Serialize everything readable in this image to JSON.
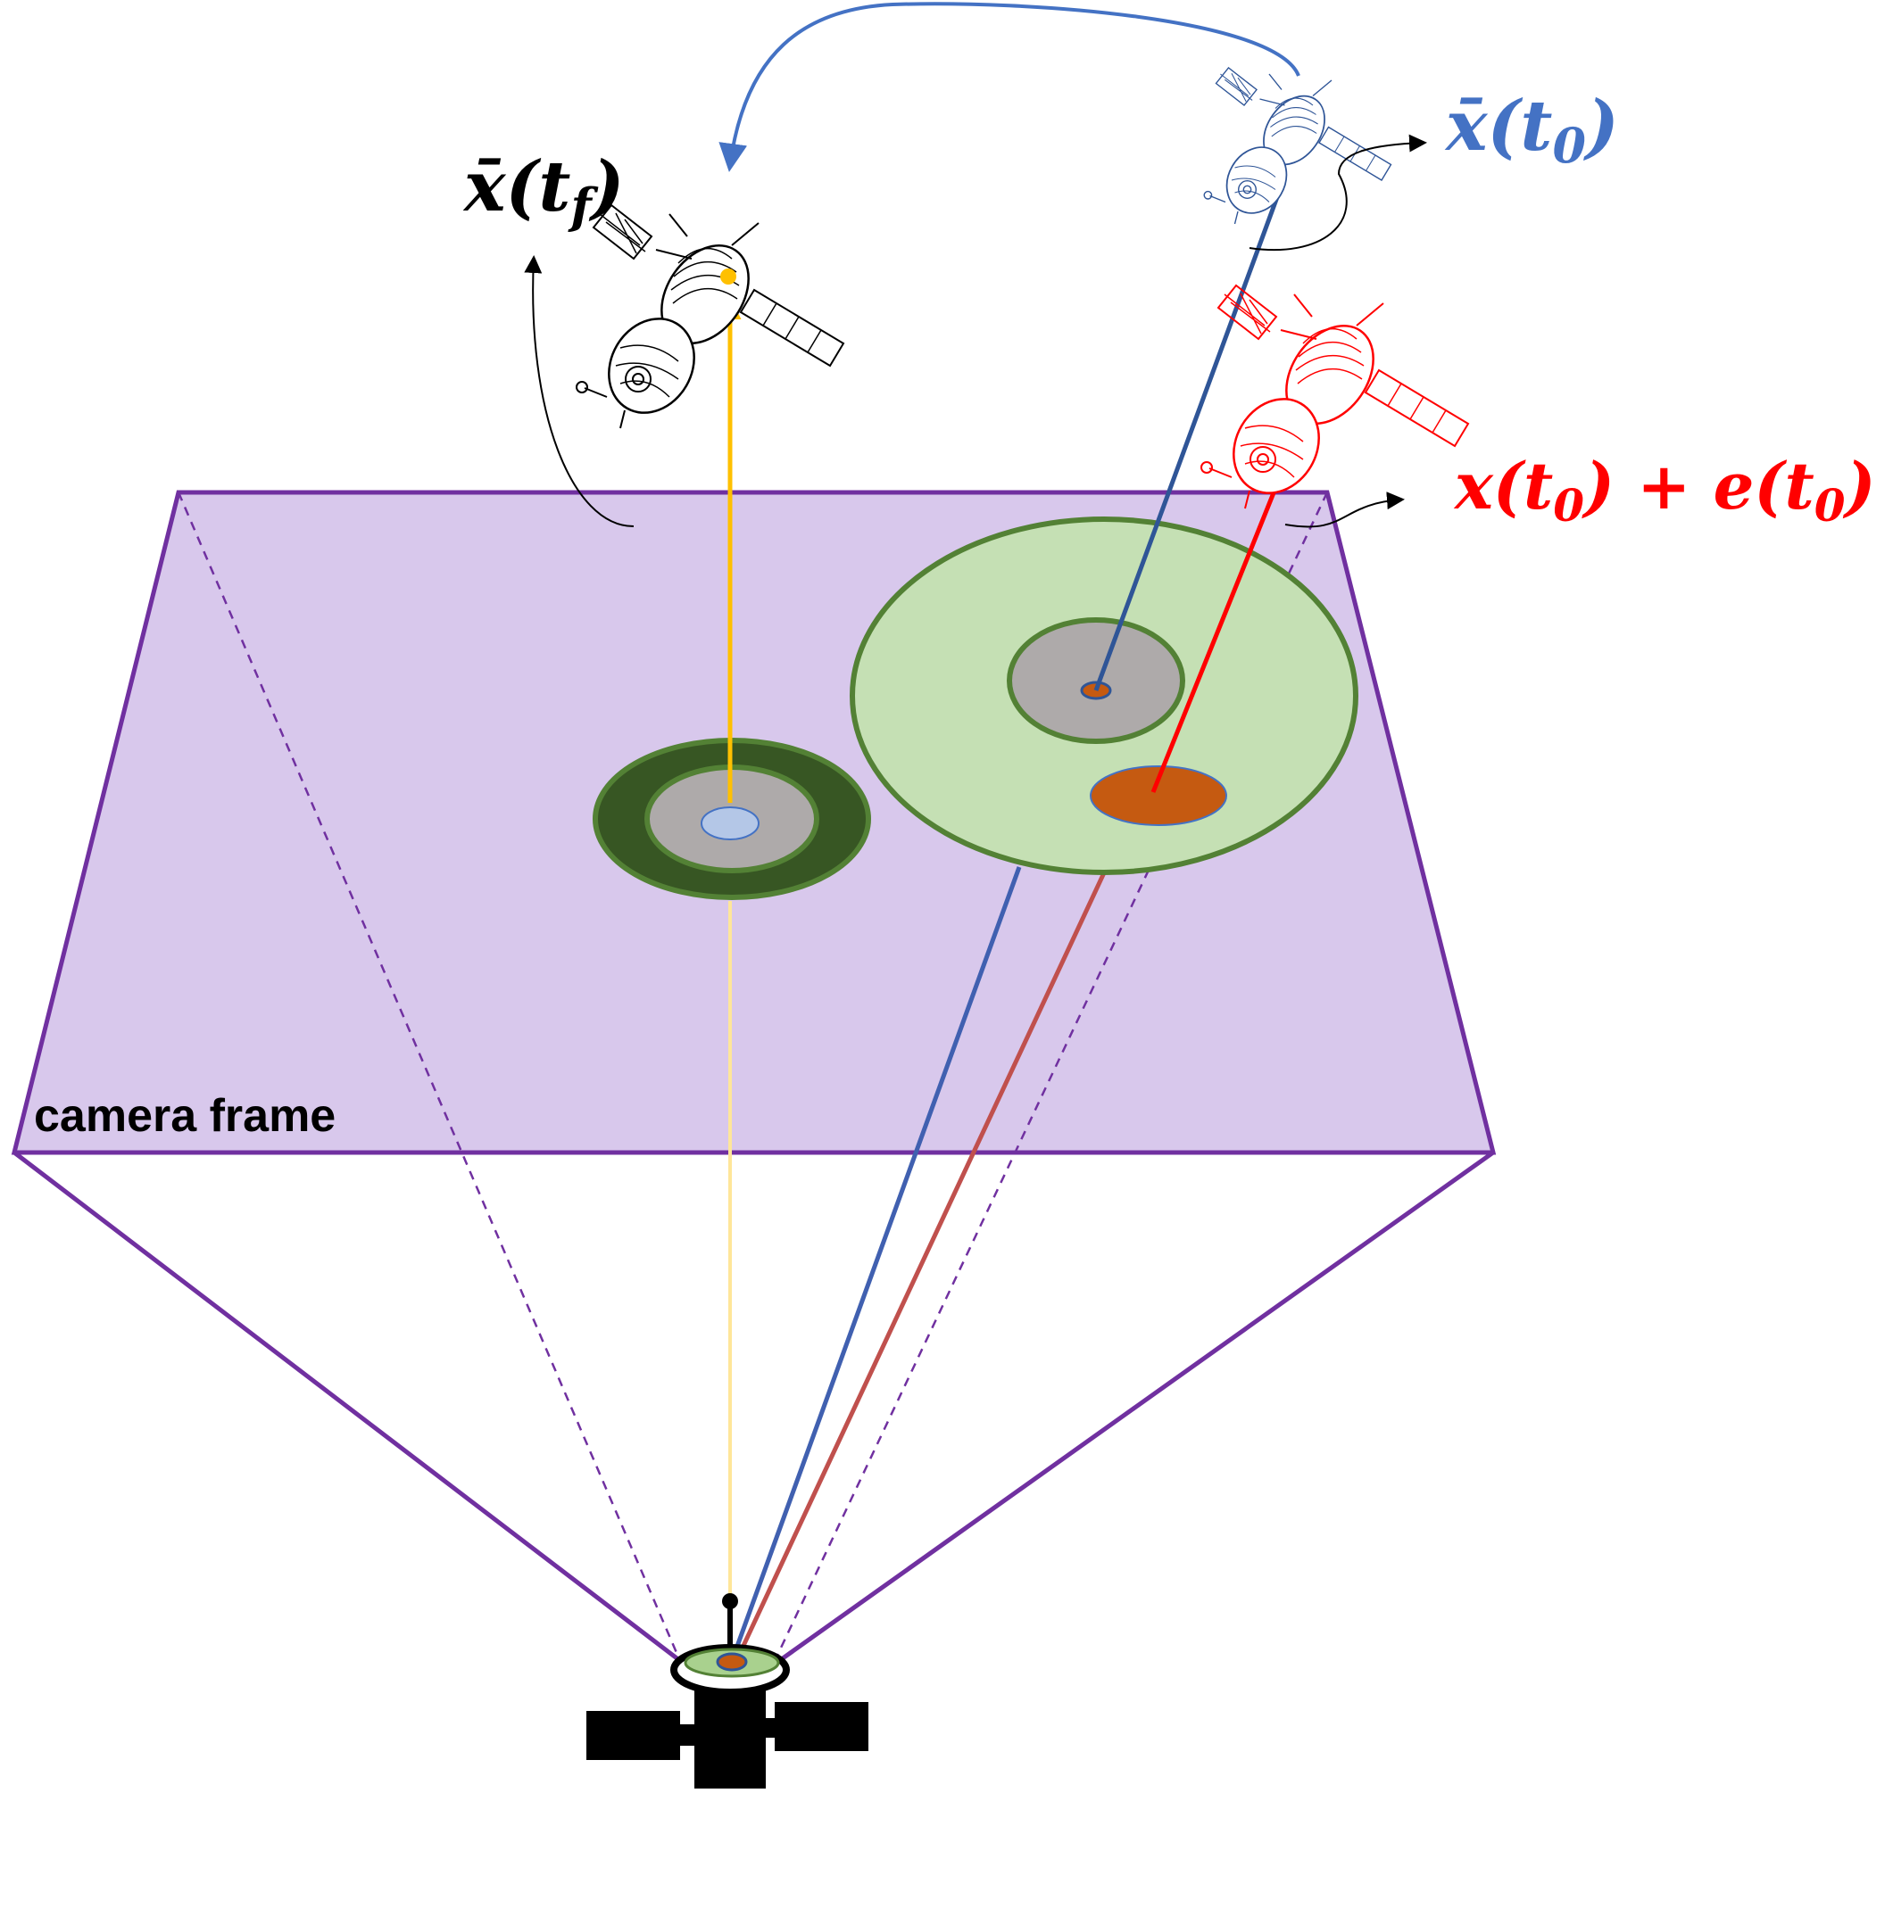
{
  "labels": {
    "camera_frame": "camera frame",
    "xbar_tf": {
      "base": "x̄(t",
      "sub": "f",
      "close": ")"
    },
    "xbar_t0": {
      "base": "x̄(t",
      "sub": "0",
      "close": ")"
    },
    "x_e_t0": {
      "p1": "x(t",
      "sub1": "0",
      "p2": ") + e(t",
      "sub2": "0",
      "p3": ")"
    }
  },
  "colors": {
    "frame_fill": "#d8c8ec",
    "frame_edge": "#7030a0",
    "target_blue": "#4472c4",
    "estimate_red": "#ff0000",
    "trajectory_gold": "#ffc000",
    "ellipse_green_edge": "#538135",
    "ellipse_dark_green": "#375623",
    "ellipse_light_green": "#c5e0b4",
    "ellipse_gray": "#aeaaaa",
    "blob_orange": "#c55a11",
    "blob_blue": "#b4c7e7",
    "observer_black": "#000000"
  },
  "icons": [
    "satellite-final-icon",
    "satellite-true-icon",
    "satellite-estimate-icon",
    "observer-satellite-icon"
  ]
}
